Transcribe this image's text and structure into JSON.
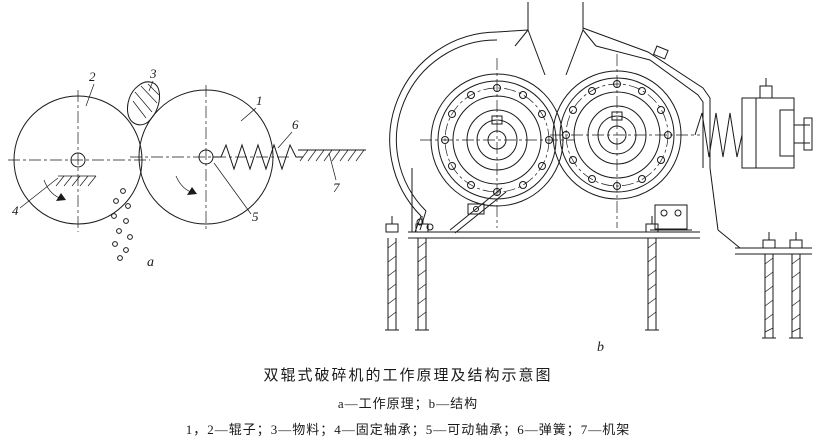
{
  "figure": {
    "caption_title": "双辊式破碎机的工作原理及结构示意图",
    "caption_sub": "a—工作原理；b—结构",
    "caption_parts": "1，2—辊子；3—物料；4—固定轴承；5—可动轴承；6—弹簧；7—机架"
  },
  "diagram_a": {
    "label": "a",
    "part_labels": {
      "p1": "1",
      "p2": "2",
      "p3": "3",
      "p4": "4",
      "p5": "5",
      "p6": "6",
      "p7": "7"
    }
  },
  "diagram_b": {
    "label": "b"
  },
  "colors": {
    "ink": "#1a1a1a",
    "background": "#ffffff"
  }
}
